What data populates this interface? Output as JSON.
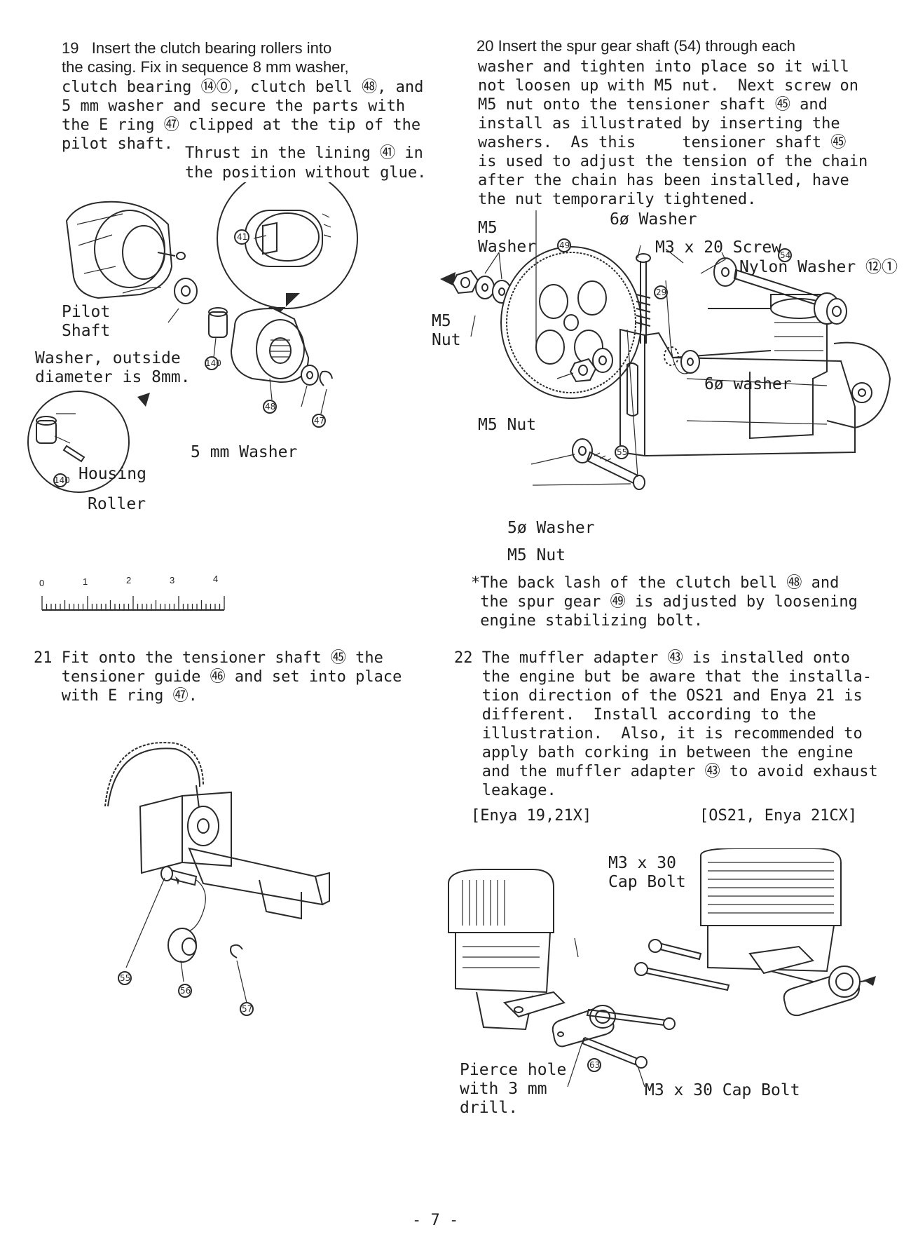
{
  "step19": {
    "line1": "19   Insert the clutch bearing rollers into",
    "line2": "the casing. Fix in sequence 8 mm washer,",
    "line3": "clutch bearing ⑭⓪, clutch bell ㊽, and",
    "line4": "5 mm washer and secure the parts with",
    "line5": "the E ring ㊼ clipped at the tip of the",
    "line6": "pilot shaft.",
    "line7": "Thrust in the lining ㊶ in",
    "line8": "the position without glue."
  },
  "fig19": {
    "pilot_shaft": "Pilot\nShaft",
    "washer_outside": "Washer, outside\ndiameter is 8mm.",
    "five_mm_washer": "5 mm Washer",
    "housing": "Housing",
    "roller": "Roller",
    "n41": "41",
    "n140": "140",
    "n48": "48",
    "n47": "47",
    "n140b": "140"
  },
  "ruler": {
    "ticks": [
      "0",
      "1",
      "2",
      "3",
      "4"
    ]
  },
  "step20": {
    "line1": "20 Insert the spur gear shaft (54) through each",
    "line2": "washer and tighten into place so it will",
    "line3": "not loosen up with M5 nut.  Next screw on",
    "line4": "M5 nut onto the tensioner shaft ㊺ and",
    "line5": "install as illustrated by inserting the",
    "line6": "washers.  As this     tensioner shaft ㊺",
    "line7": "is used to adjust the tension of the chain",
    "line8": "after the chain has been installed, have",
    "line9": "the nut temporarily tightened."
  },
  "fig20": {
    "six_washer_top": "6ø Washer",
    "m5_washer": "M5\nWasher",
    "m3_screw": "M3 x 20 Screw",
    "nylon_washer": "Nylon Washer ⑫①",
    "m5_nut_left": "M5\nNut",
    "six_washer_right": "6ø washer",
    "m5_nut_mid": "M5 Nut",
    "five_washer": "5ø Washer",
    "m5_nut_bottom": "M5 Nut",
    "n49": "49",
    "n29": "29",
    "n54": "54",
    "n55": "55"
  },
  "backlash_note": "*The back lash of the clutch bell ㊽ and\n the spur gear ㊾ is adjusted by loosening\n engine stabilizing bolt.",
  "step21": {
    "line1": "21 Fit onto the tensioner shaft ㊺ the",
    "line2": "   tensioner guide ㊻ and set into place",
    "line3": "   with E ring ㊼."
  },
  "fig21": {
    "n55": "55",
    "n56": "56",
    "n57": "57"
  },
  "step22": {
    "line1": "22 The muffler adapter ㊸ is installed onto",
    "line2": "   the engine but be aware that the installa-",
    "line3": "   tion direction of the OS21 and Enya 21 is",
    "line4": "   different.  Install according to the",
    "line5": "   illustration.  Also, it is recommended to",
    "line6": "   apply bath corking in between the engine",
    "line7": "   and the muffler adapter ㊸ to avoid exhaust",
    "line8": "   leakage.",
    "enya_left": "[Enya 19,21X]",
    "os_right": "[OS21, Enya 21CX]"
  },
  "fig22": {
    "cap_bolt_top": "M3 x 30\nCap Bolt",
    "pierce_hole": "Pierce hole\nwith 3 mm\ndrill.",
    "cap_bolt_bottom": "M3 x 30 Cap Bolt",
    "n63": "63"
  },
  "page_number": "- 7 -"
}
